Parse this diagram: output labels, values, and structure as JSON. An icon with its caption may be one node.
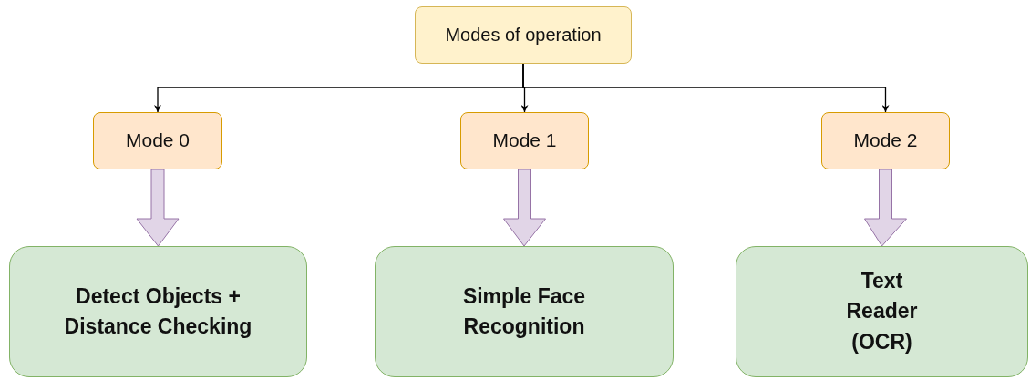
{
  "diagram": {
    "nodes": [
      {
        "text": [
          "Modes of operation"
        ]
      },
      {
        "text": [
          "Mode 0"
        ]
      },
      {
        "text": [
          "Mode 1"
        ]
      },
      {
        "text": [
          "Mode 2"
        ]
      },
      {
        "text": [
          "Detect Objects + Distance Checking"
        ]
      },
      {
        "text": [
          "Simple Face Recognition"
        ]
      },
      {
        "text": [
          "Text Reader (OCR)"
        ]
      }
    ],
    "edges": [
      {
        "from": 0,
        "to": 1,
        "arrow": "to"
      },
      {
        "from": 0,
        "to": 2,
        "arrow": "to"
      },
      {
        "from": 0,
        "to": 3,
        "arrow": "to"
      },
      {
        "from": 1,
        "to": 4,
        "arrow": "to",
        "style": "thick",
        "color": "#e1d5e7"
      },
      {
        "from": 2,
        "to": 5,
        "arrow": "to",
        "style": "thick",
        "color": "#e1d5e7"
      },
      {
        "from": 3,
        "to": 6,
        "arrow": "to",
        "style": "thick",
        "color": "#e1d5e7"
      }
    ]
  }
}
